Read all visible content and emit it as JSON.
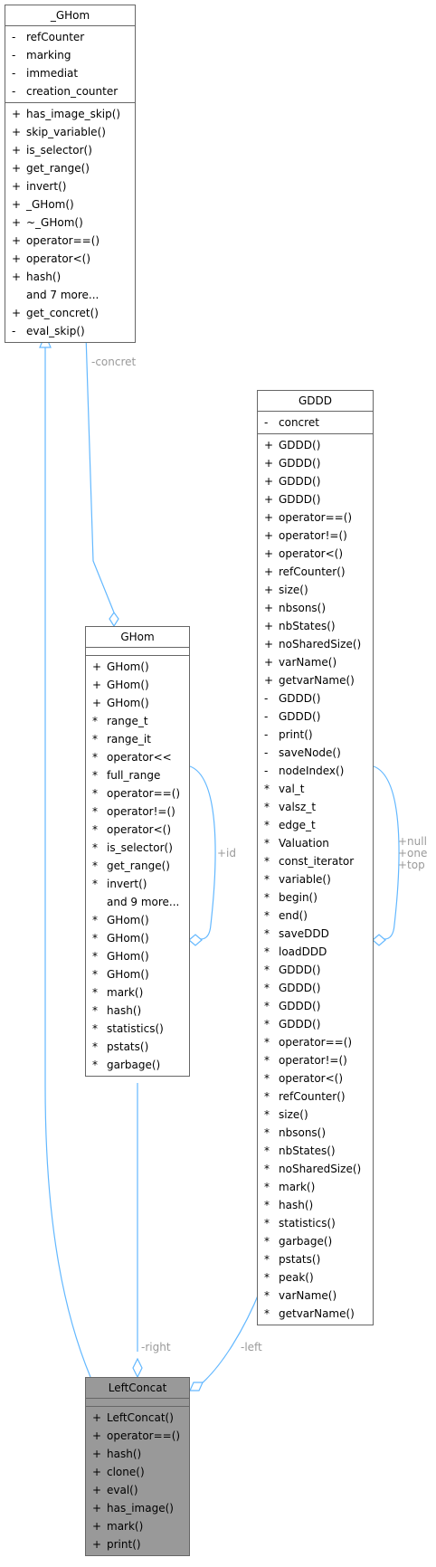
{
  "classes": {
    "ghom_base": {
      "title": "_GHom",
      "attributes": [
        {
          "vis": "-",
          "name": "refCounter"
        },
        {
          "vis": "-",
          "name": "marking"
        },
        {
          "vis": "-",
          "name": "immediat"
        },
        {
          "vis": "-",
          "name": "creation_counter"
        }
      ],
      "methods": [
        {
          "vis": "+",
          "name": "has_image_skip()"
        },
        {
          "vis": "+",
          "name": "skip_variable()"
        },
        {
          "vis": "+",
          "name": "is_selector()"
        },
        {
          "vis": "+",
          "name": "get_range()"
        },
        {
          "vis": "+",
          "name": "invert()"
        },
        {
          "vis": "+",
          "name": "_GHom()"
        },
        {
          "vis": "+",
          "name": "~_GHom()"
        },
        {
          "vis": "+",
          "name": "operator==()"
        },
        {
          "vis": "+",
          "name": "operator<()"
        },
        {
          "vis": "+",
          "name": "hash()"
        },
        {
          "vis": "",
          "name": "and 7 more..."
        },
        {
          "vis": "+",
          "name": "get_concret()"
        },
        {
          "vis": "-",
          "name": "eval_skip()"
        }
      ]
    },
    "ghom": {
      "title": "GHom",
      "attributes": [],
      "methods": [
        {
          "vis": "+",
          "name": "GHom()"
        },
        {
          "vis": "+",
          "name": "GHom()"
        },
        {
          "vis": "+",
          "name": "GHom()"
        },
        {
          "vis": "*",
          "name": "range_t"
        },
        {
          "vis": "*",
          "name": "range_it"
        },
        {
          "vis": "*",
          "name": "operator<<"
        },
        {
          "vis": "*",
          "name": "full_range"
        },
        {
          "vis": "*",
          "name": "operator==()"
        },
        {
          "vis": "*",
          "name": "operator!=()"
        },
        {
          "vis": "*",
          "name": "operator<()"
        },
        {
          "vis": "*",
          "name": "is_selector()"
        },
        {
          "vis": "*",
          "name": "get_range()"
        },
        {
          "vis": "*",
          "name": "invert()"
        },
        {
          "vis": "",
          "name": "and 9 more..."
        },
        {
          "vis": "*",
          "name": "GHom()"
        },
        {
          "vis": "*",
          "name": "GHom()"
        },
        {
          "vis": "*",
          "name": "GHom()"
        },
        {
          "vis": "*",
          "name": "GHom()"
        },
        {
          "vis": "*",
          "name": "mark()"
        },
        {
          "vis": "*",
          "name": "hash()"
        },
        {
          "vis": "*",
          "name": "statistics()"
        },
        {
          "vis": "*",
          "name": "pstats()"
        },
        {
          "vis": "*",
          "name": "garbage()"
        }
      ]
    },
    "gddd": {
      "title": "GDDD",
      "attributes": [
        {
          "vis": "-",
          "name": "concret"
        }
      ],
      "methods": [
        {
          "vis": "+",
          "name": "GDDD()"
        },
        {
          "vis": "+",
          "name": "GDDD()"
        },
        {
          "vis": "+",
          "name": "GDDD()"
        },
        {
          "vis": "+",
          "name": "GDDD()"
        },
        {
          "vis": "+",
          "name": "operator==()"
        },
        {
          "vis": "+",
          "name": "operator!=()"
        },
        {
          "vis": "+",
          "name": "operator<()"
        },
        {
          "vis": "+",
          "name": "refCounter()"
        },
        {
          "vis": "+",
          "name": "size()"
        },
        {
          "vis": "+",
          "name": "nbsons()"
        },
        {
          "vis": "+",
          "name": "nbStates()"
        },
        {
          "vis": "+",
          "name": "noSharedSize()"
        },
        {
          "vis": "+",
          "name": "varName()"
        },
        {
          "vis": "+",
          "name": "getvarName()"
        },
        {
          "vis": "-",
          "name": "GDDD()"
        },
        {
          "vis": "-",
          "name": "GDDD()"
        },
        {
          "vis": "-",
          "name": "print()"
        },
        {
          "vis": "-",
          "name": "saveNode()"
        },
        {
          "vis": "-",
          "name": "nodeIndex()"
        },
        {
          "vis": "*",
          "name": "val_t"
        },
        {
          "vis": "*",
          "name": "valsz_t"
        },
        {
          "vis": "*",
          "name": "edge_t"
        },
        {
          "vis": "*",
          "name": "Valuation"
        },
        {
          "vis": "*",
          "name": "const_iterator"
        },
        {
          "vis": "*",
          "name": "variable()"
        },
        {
          "vis": "*",
          "name": "begin()"
        },
        {
          "vis": "*",
          "name": "end()"
        },
        {
          "vis": "*",
          "name": "saveDDD"
        },
        {
          "vis": "*",
          "name": "loadDDD"
        },
        {
          "vis": "*",
          "name": "GDDD()"
        },
        {
          "vis": "*",
          "name": "GDDD()"
        },
        {
          "vis": "*",
          "name": "GDDD()"
        },
        {
          "vis": "*",
          "name": "GDDD()"
        },
        {
          "vis": "*",
          "name": "operator==()"
        },
        {
          "vis": "*",
          "name": "operator!=()"
        },
        {
          "vis": "*",
          "name": "operator<()"
        },
        {
          "vis": "*",
          "name": "refCounter()"
        },
        {
          "vis": "*",
          "name": "size()"
        },
        {
          "vis": "*",
          "name": "nbsons()"
        },
        {
          "vis": "*",
          "name": "nbStates()"
        },
        {
          "vis": "*",
          "name": "noSharedSize()"
        },
        {
          "vis": "*",
          "name": "mark()"
        },
        {
          "vis": "*",
          "name": "hash()"
        },
        {
          "vis": "*",
          "name": "statistics()"
        },
        {
          "vis": "*",
          "name": "garbage()"
        },
        {
          "vis": "*",
          "name": "pstats()"
        },
        {
          "vis": "*",
          "name": "peak()"
        },
        {
          "vis": "*",
          "name": "varName()"
        },
        {
          "vis": "*",
          "name": "getvarName()"
        }
      ]
    },
    "leftconcat": {
      "title": "LeftConcat",
      "attributes": [],
      "methods": [
        {
          "vis": "+",
          "name": "LeftConcat()"
        },
        {
          "vis": "+",
          "name": "operator==()"
        },
        {
          "vis": "+",
          "name": "hash()"
        },
        {
          "vis": "+",
          "name": "clone()"
        },
        {
          "vis": "+",
          "name": "eval()"
        },
        {
          "vis": "+",
          "name": "has_image()"
        },
        {
          "vis": "+",
          "name": "mark()"
        },
        {
          "vis": "+",
          "name": "print()"
        }
      ]
    }
  },
  "edge_labels": {
    "concret": "-concret",
    "id": "+id",
    "gddd_self_1": "+null",
    "gddd_self_2": "+one",
    "gddd_self_3": "+top",
    "right": "-right",
    "left": "-left"
  },
  "colors": {
    "edge": "#63b8ff",
    "border": "#666666",
    "label": "#9a9a9a",
    "highlight_fill": "#999999"
  }
}
